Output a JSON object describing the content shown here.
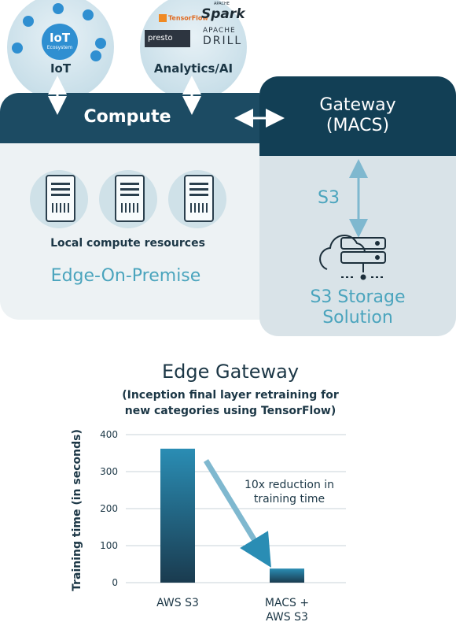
{
  "top": {
    "iot_label": "IoT",
    "iot_center_line1": "IoT",
    "iot_center_line2": "Ecosystem",
    "analytics_label": "Analytics/AI",
    "logos": {
      "tensorflow": "TensorFlow",
      "spark_apache": "APACHE",
      "spark": "Spark",
      "presto": "presto",
      "drill_apache": "APACHE",
      "drill": "DRILL"
    }
  },
  "diagram": {
    "compute_label": "Compute",
    "gateway_line1": "Gateway",
    "gateway_line2": "(MACS)",
    "local_resources_label": "Local compute resources",
    "edge_label": "Edge-On-Premise",
    "s3_label": "S3",
    "storage_line1": "S3 Storage",
    "storage_line2": "Solution"
  },
  "colors": {
    "dark_teal": "#1c4b63",
    "darker_teal": "#123f55",
    "accent_teal": "#4aa4bd",
    "arrow_teal": "#7fb8cf"
  },
  "icons": [
    "iot-icon",
    "server-icon",
    "cloud-storage-icon",
    "double-arrow-icon"
  ],
  "chart_data": {
    "type": "bar",
    "title": "Edge Gateway",
    "subtitle_line1": "(Inception final layer retraining for",
    "subtitle_line2": "new categories using TensorFlow)",
    "ylabel": "Training time (in seconds)",
    "ylim": [
      0,
      400
    ],
    "yticks": [
      0,
      100,
      200,
      300,
      400
    ],
    "categories": [
      "AWS S3",
      "MACS + AWS S3"
    ],
    "category_lines": [
      [
        "AWS S3"
      ],
      [
        "MACS +",
        "AWS S3"
      ]
    ],
    "values": [
      362,
      38
    ],
    "annotation_line1": "10x reduction in",
    "annotation_line2": "training time",
    "grid": true
  }
}
